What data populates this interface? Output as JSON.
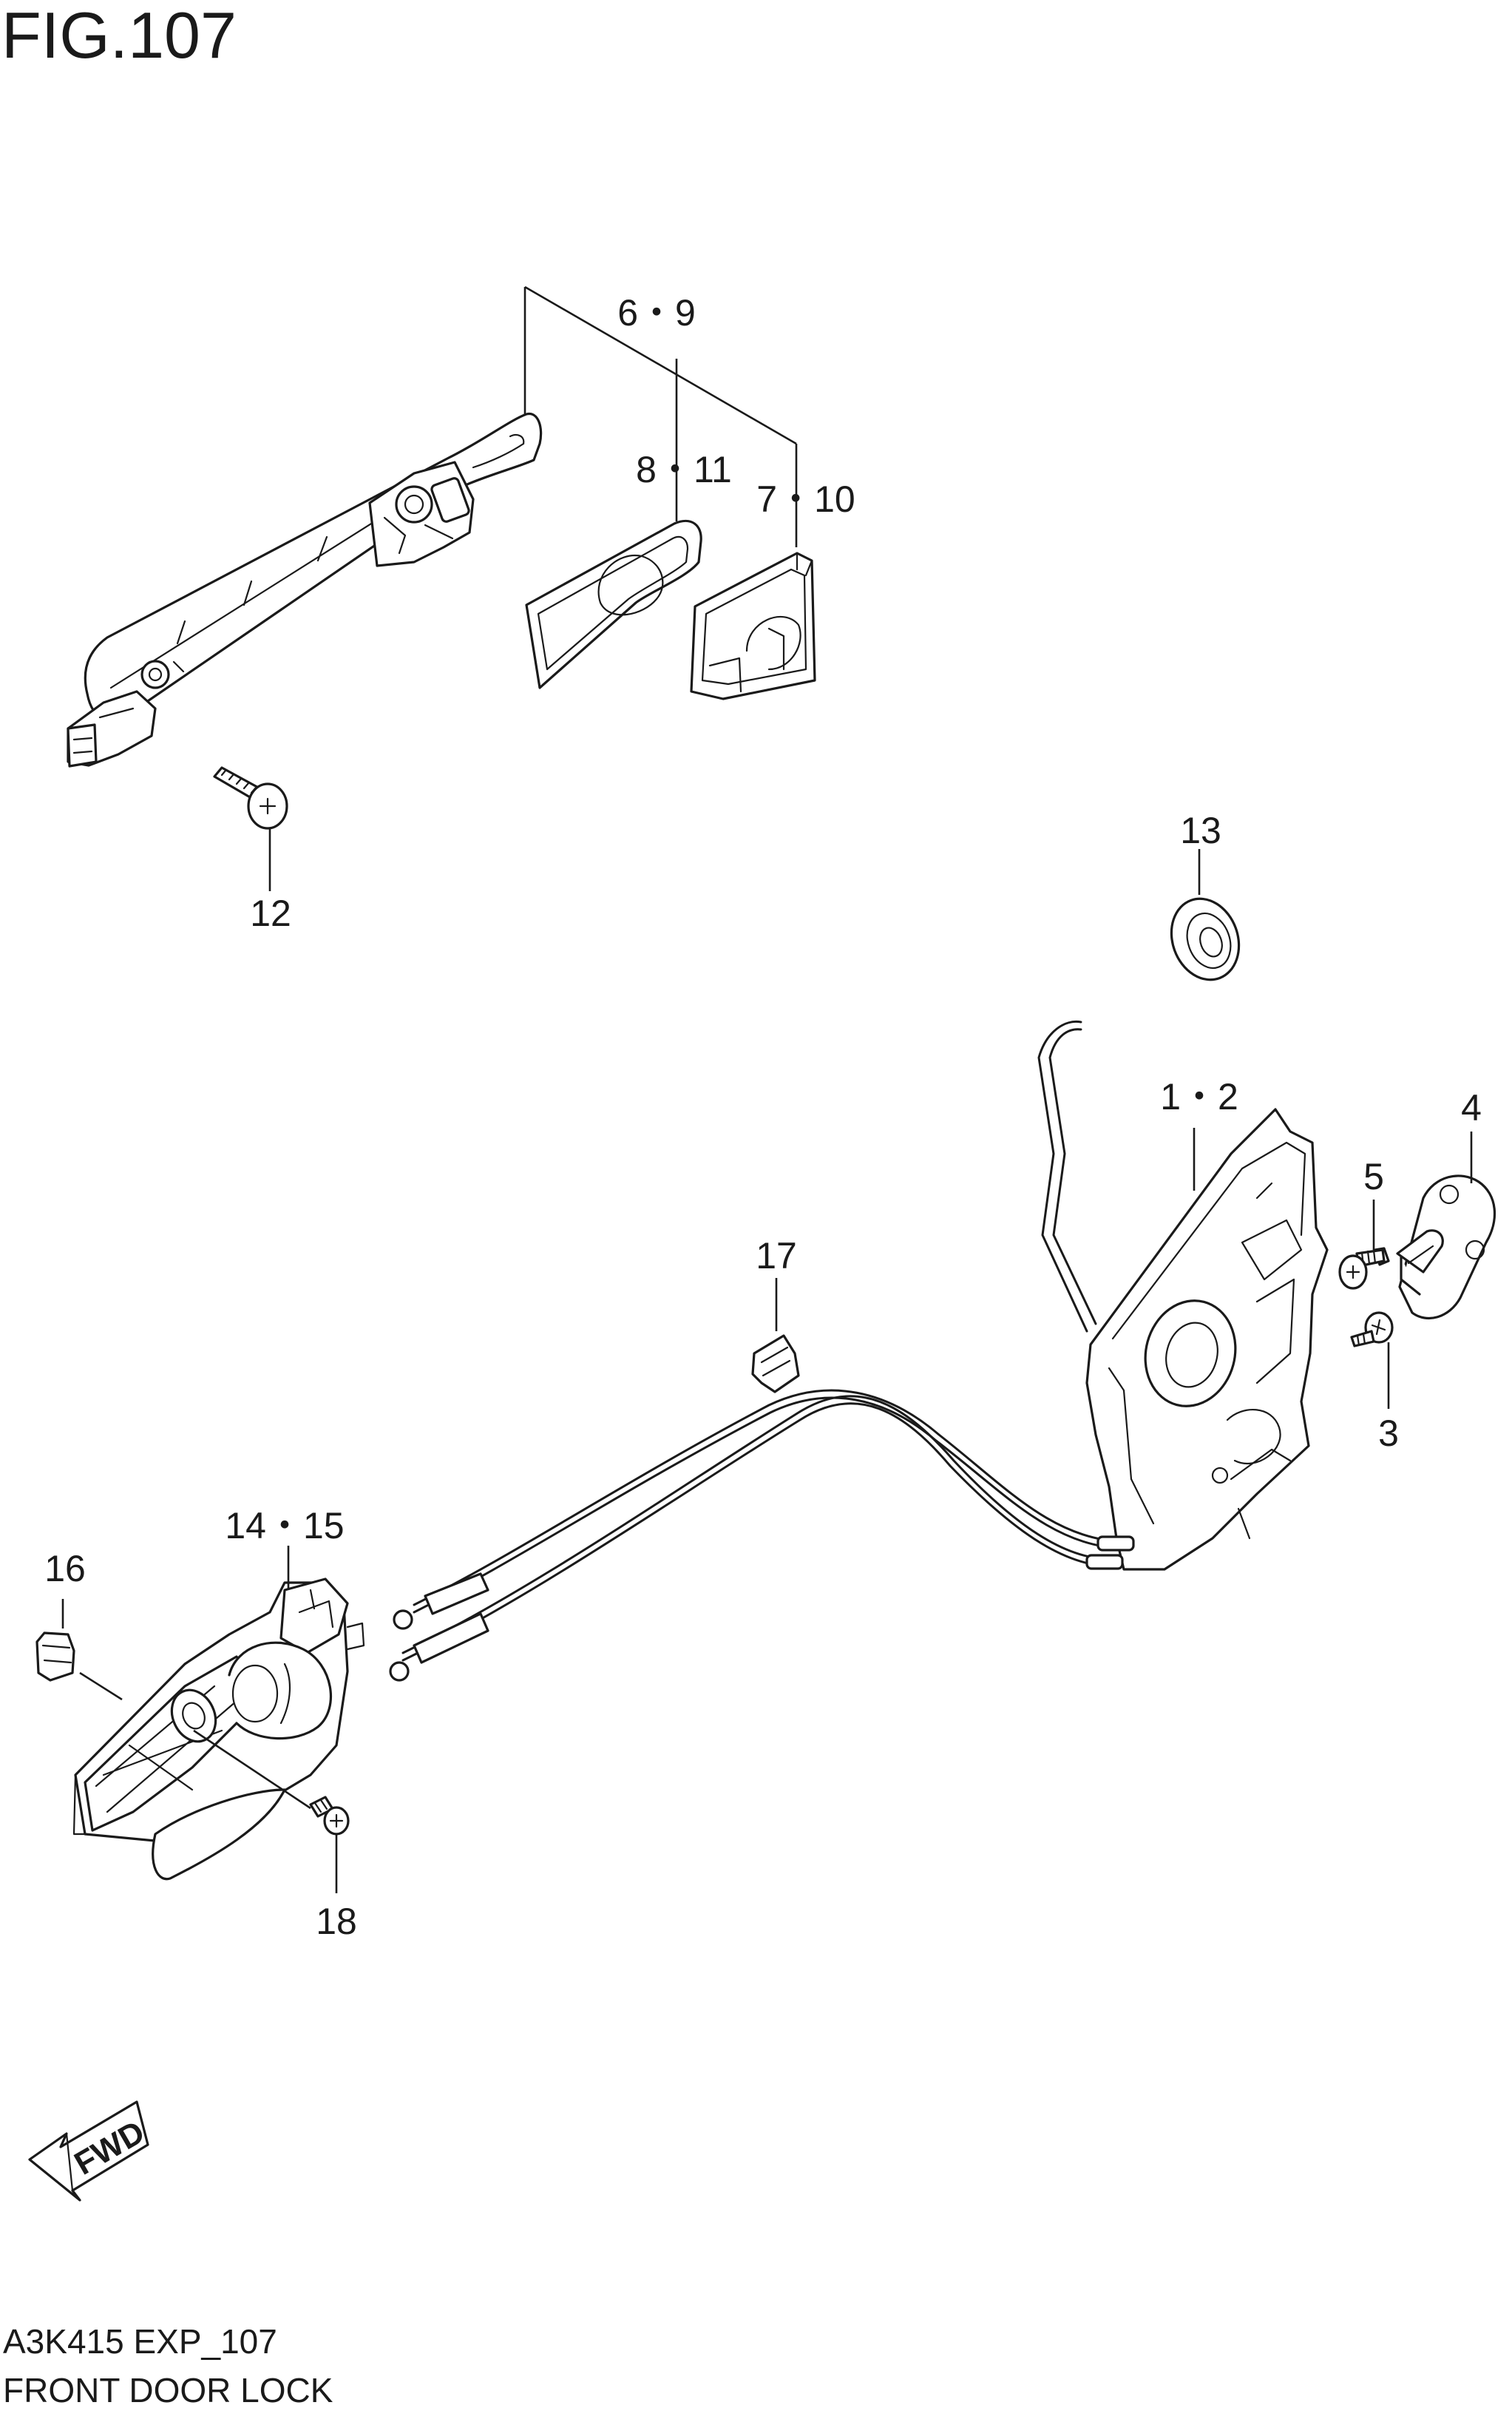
{
  "figure": {
    "title": "FIG.107",
    "code": "A3K415 EXP_107",
    "name": "FRONT DOOR LOCK",
    "direction_label": "FWD"
  },
  "callouts": [
    {
      "id": "c-6-9",
      "text": "6・9"
    },
    {
      "id": "c-8-11",
      "text": "8・11"
    },
    {
      "id": "c-7-10",
      "text": "7・10"
    },
    {
      "id": "c-12",
      "text": "12"
    },
    {
      "id": "c-13",
      "text": "13"
    },
    {
      "id": "c-1-2",
      "text": "1・2"
    },
    {
      "id": "c-4",
      "text": "4"
    },
    {
      "id": "c-5",
      "text": "5"
    },
    {
      "id": "c-3",
      "text": "3"
    },
    {
      "id": "c-17",
      "text": "17"
    },
    {
      "id": "c-14-15",
      "text": "14・15"
    },
    {
      "id": "c-16",
      "text": "16"
    },
    {
      "id": "c-18",
      "text": "18"
    }
  ]
}
